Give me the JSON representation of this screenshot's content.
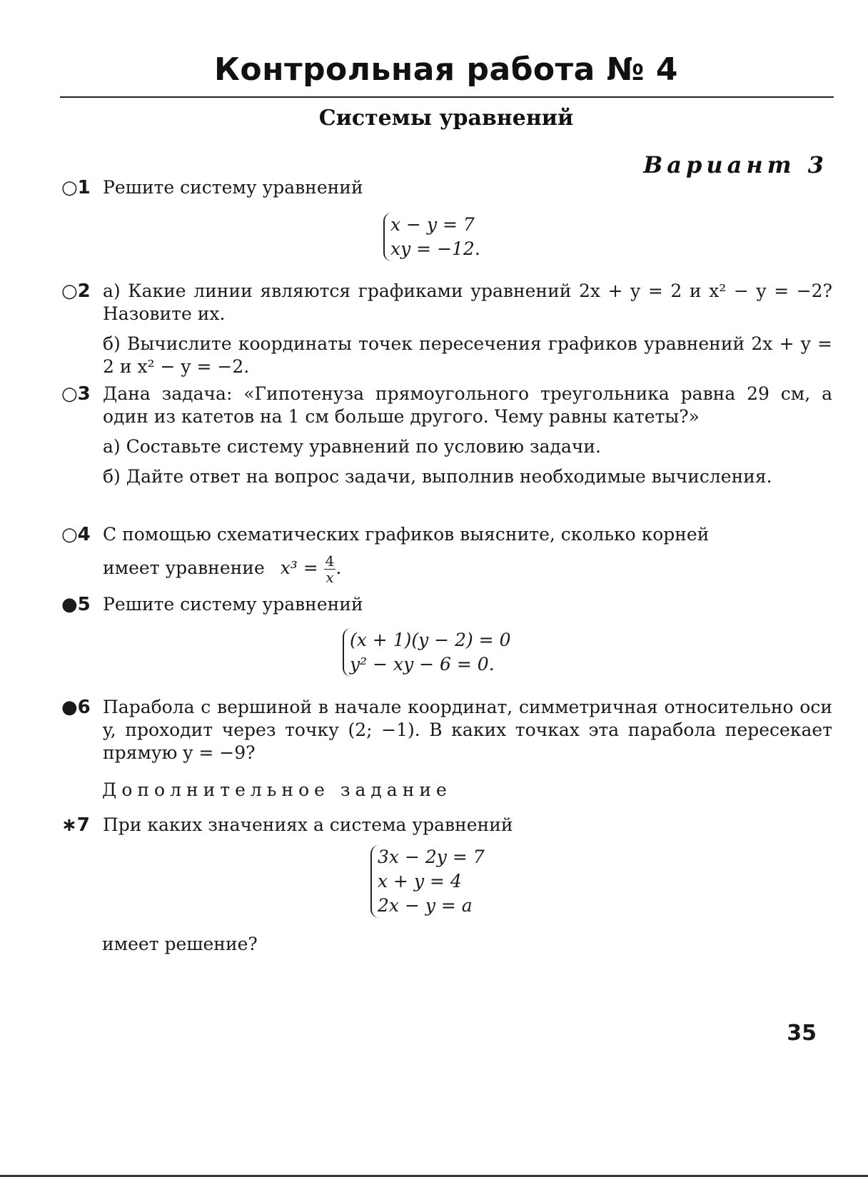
{
  "header": {
    "title": "Контрольная работа № 4",
    "subtitle": "Системы уравнений",
    "variant": "Вариант 3"
  },
  "tasks": [
    {
      "marker": "○1",
      "text": "Решите систему уравнений",
      "system": [
        "x − y = 7",
        "xy = −12."
      ]
    },
    {
      "marker": "○2",
      "part_a": "а) Какие линии являются графиками уравнений 2x + y = 2 и x² − y = −2? Назовите их.",
      "part_b": "б) Вычислите координаты точек пересечения графиков уравнений 2x + y = 2 и x² − y = −2."
    },
    {
      "marker": "○3",
      "text": "Дана задача: «Гипотенуза прямоугольного треугольника равна 29 см, а один из катетов на 1 см больше другого. Чему равны катеты?»",
      "part_a": "а) Составьте систему уравнений по условию задачи.",
      "part_b": "б) Дайте ответ на вопрос задачи, выполнив необходимые вычисления."
    },
    {
      "marker": "○4",
      "text_line1": "С помощью схематических графиков выясните, сколько корней",
      "text_line2": "имеет уравнение",
      "equation_lhs": "x³ =",
      "fraction_num": "4",
      "fraction_den": "x",
      "equation_tail": "."
    },
    {
      "marker": "●5",
      "text": "Решите систему уравнений",
      "system": [
        "(x + 1)(y − 2) = 0",
        "y² − xy − 6 = 0."
      ]
    },
    {
      "marker": "●6",
      "text": "Парабола с вершиной в начале координат, симметричная относительно оси y, проходит через точку (2; −1). В каких точках эта парабола пересекает прямую y = −9?"
    }
  ],
  "extra": {
    "heading": "Дополнительное задание",
    "marker": "∗7",
    "text": "При каких значениях a система уравнений",
    "system": [
      "3x − 2y = 7",
      "x + y = 4",
      "2x − y = a"
    ],
    "tail": "имеет решение?"
  },
  "page_number": "35"
}
